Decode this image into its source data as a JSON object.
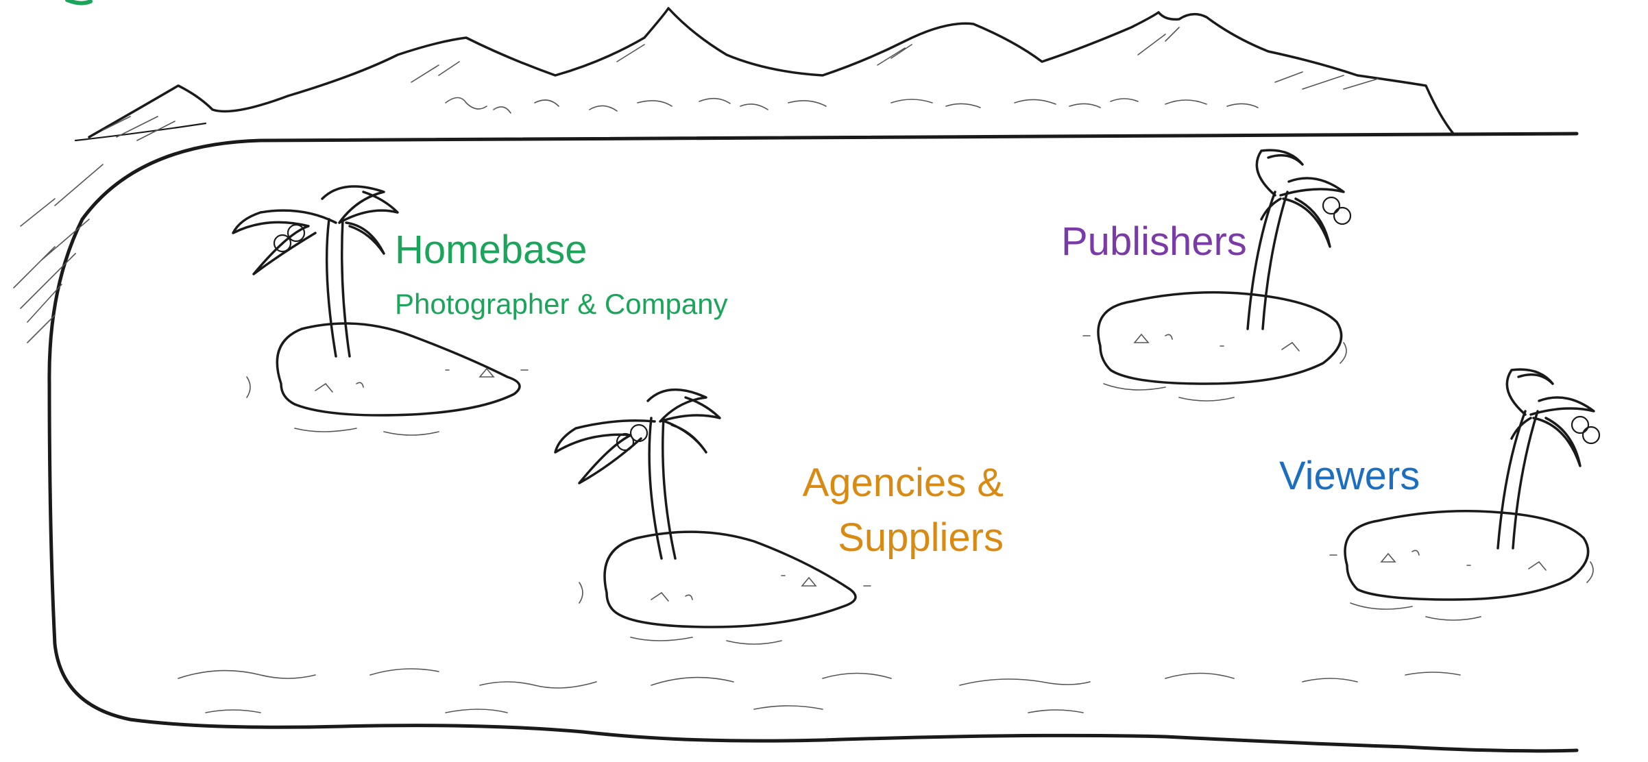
{
  "colors": {
    "homebase": "#1aa55a",
    "publishers": "#7a3aa8",
    "agencies": "#d98a12",
    "viewers": "#1c6fc0",
    "ink": "#1a1a1a"
  },
  "labels": {
    "homebase_title": "Homebase",
    "homebase_subtitle": "Photographer & Company",
    "publishers": "Publishers",
    "agencies_line1": "Agencies &",
    "agencies_line2": "Suppliers",
    "viewers": "Viewers"
  },
  "icons": {
    "mountains": "mountain-range-icon",
    "island": "palm-tree-island-icon"
  }
}
